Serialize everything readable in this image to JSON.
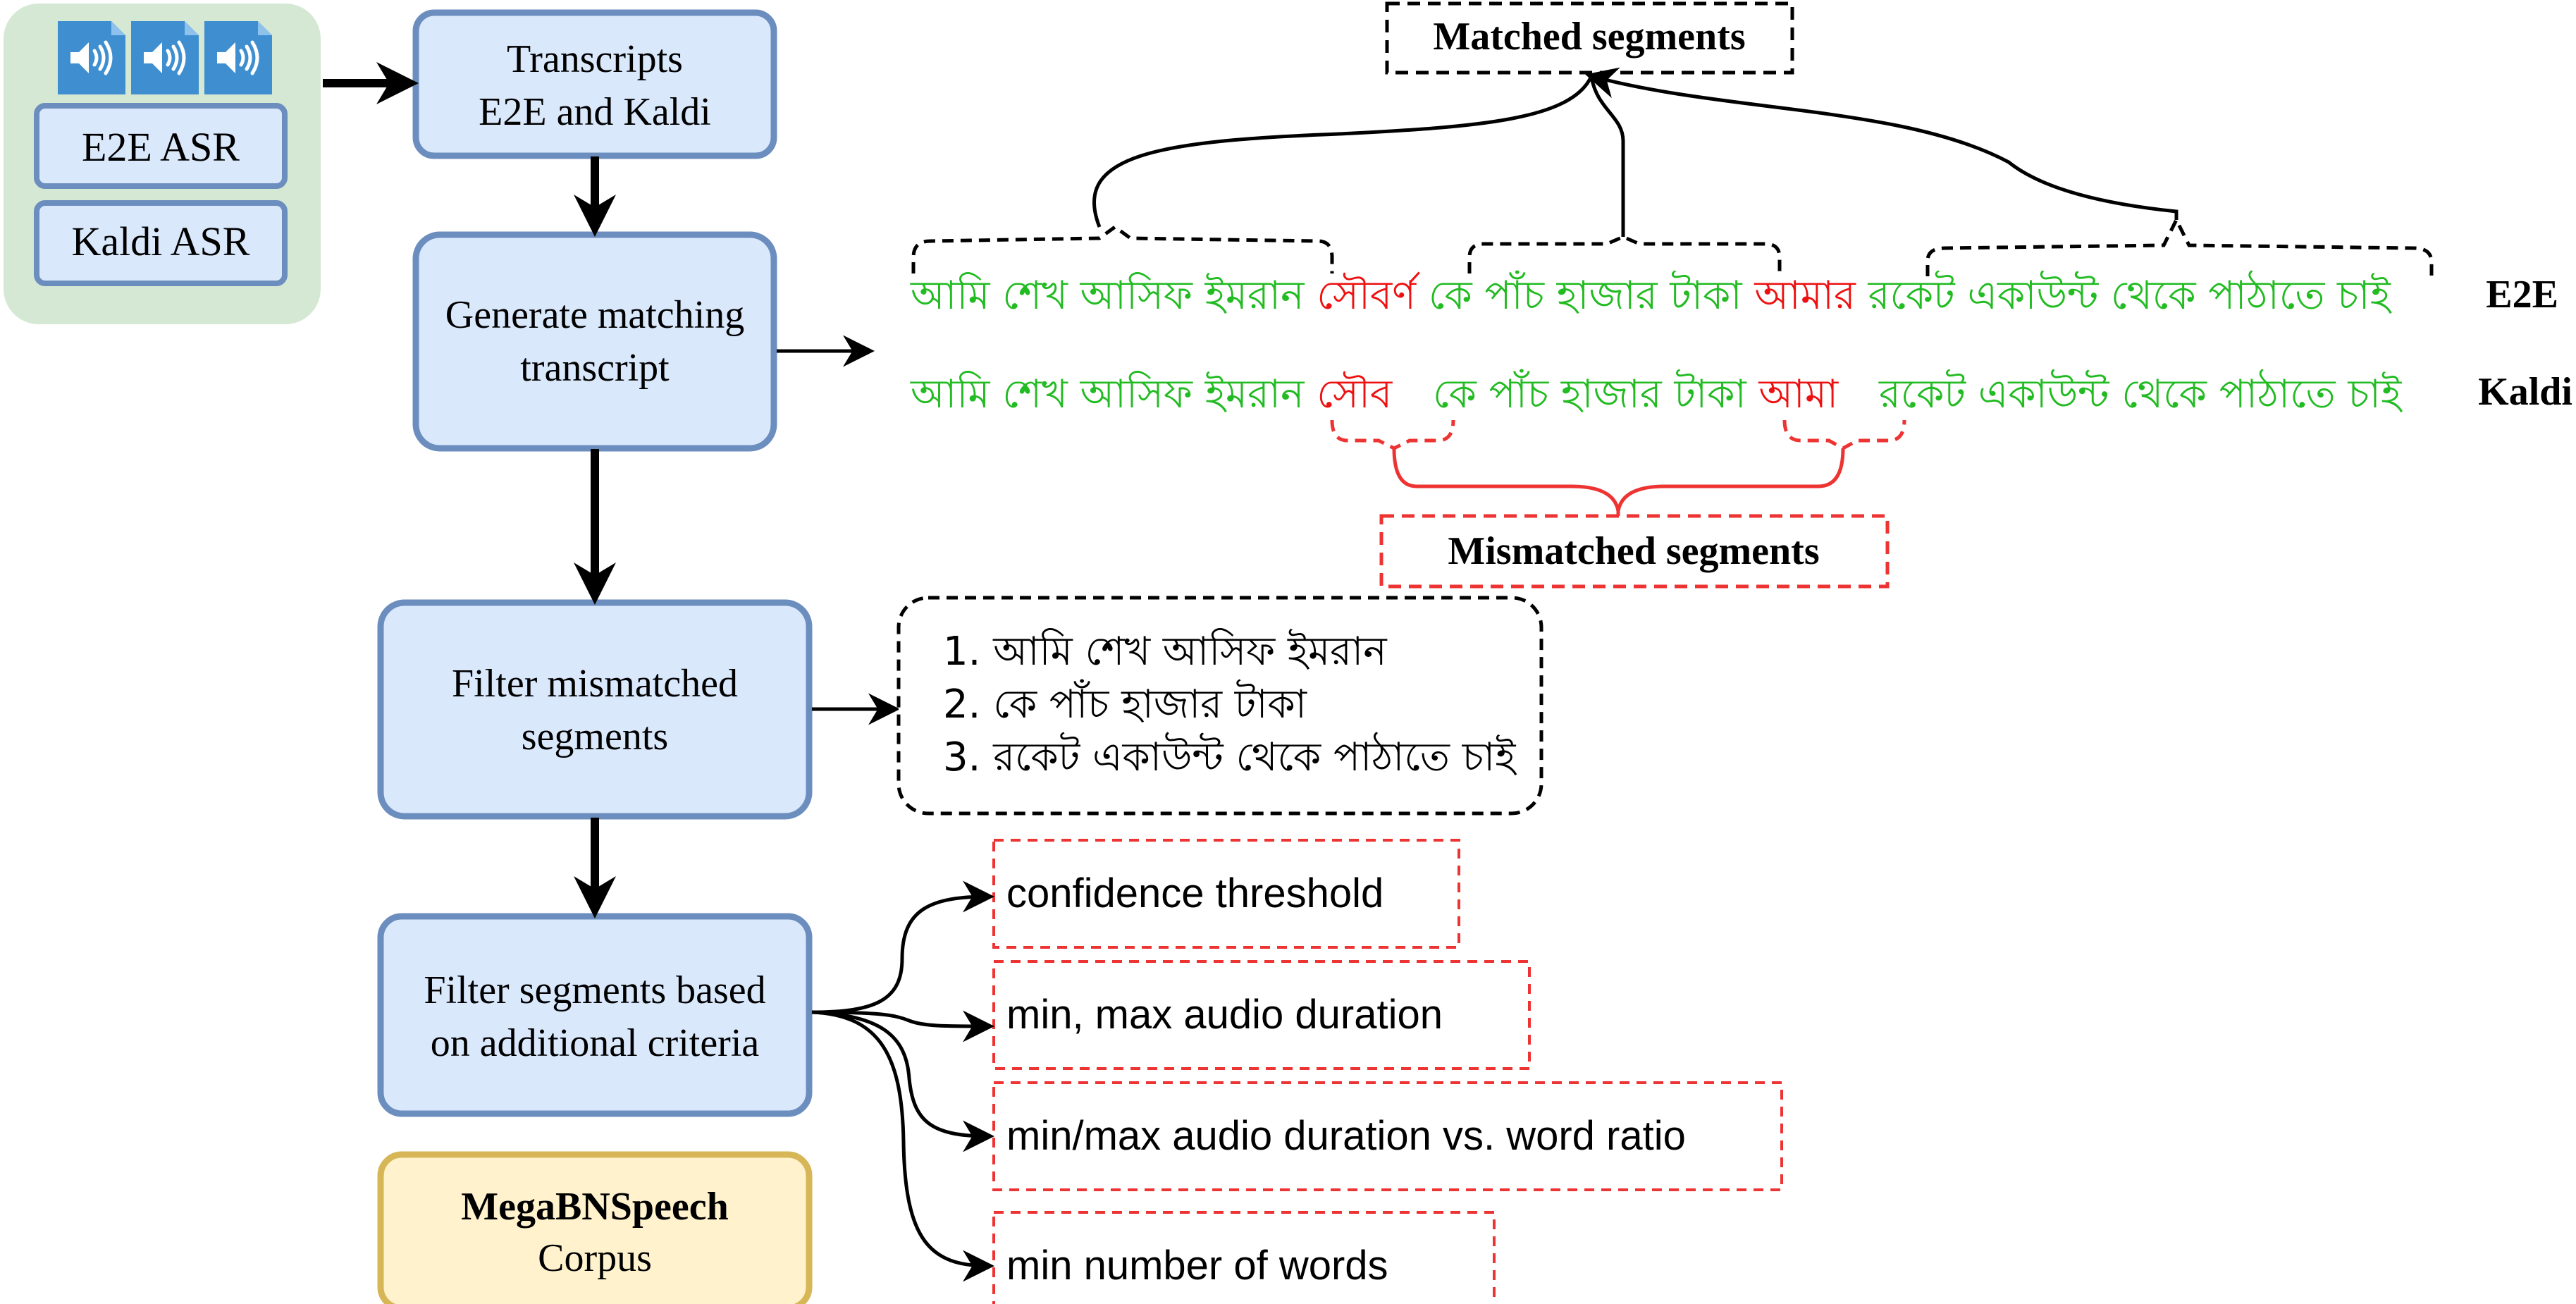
{
  "sources": {
    "e2e_label": "E2E ASR",
    "kaldi_label": "Kaldi ASR"
  },
  "steps": {
    "transcripts": [
      "Transcripts",
      "E2E and Kaldi"
    ],
    "generate": [
      "Generate matching",
      "transcript"
    ],
    "filter_mismatch": [
      "Filter mismatched",
      "segments"
    ],
    "filter_criteria": [
      "Filter segments based",
      "on additional criteria"
    ],
    "corpus": [
      "MegaBNSpeech",
      "Corpus"
    ]
  },
  "labels": {
    "matched": "Matched segments",
    "mismatched": "Mismatched segments",
    "e2e_row": "E2E",
    "kaldi_row": "Kaldi"
  },
  "transcript_e2e": [
    {
      "text": "আমি শেখ আসিফ ইমরান",
      "status": "match"
    },
    {
      "text": "সৌবর্ণ",
      "status": "mismatch"
    },
    {
      "text": "কে পাঁচ হাজার টাকা",
      "status": "match"
    },
    {
      "text": "আমার",
      "status": "mismatch"
    },
    {
      "text": "রকেট একাউন্ট থেকে পাঠাতে চাই",
      "status": "match"
    }
  ],
  "transcript_kaldi": [
    {
      "text": "আমি শেখ আসিফ ইমরান",
      "status": "match"
    },
    {
      "text": "সৌব",
      "status": "mismatch"
    },
    {
      "text": "কে পাঁচ হাজার টাকা",
      "status": "match"
    },
    {
      "text": "আমা",
      "status": "mismatch"
    },
    {
      "text": "রকেট একাউন্ট থেকে পাঠাতে চাই",
      "status": "match"
    }
  ],
  "filtered_list": [
    "1. আমি শেখ আসিফ ইমরান",
    "2. কে পাঁচ হাজার টাকা",
    "3. রকেট একাউন্ট থেকে পাঠাতে চাই"
  ],
  "criteria": [
    "confidence threshold",
    "min, max audio duration",
    "min/max audio duration vs. word ratio",
    "min number of words"
  ],
  "colors": {
    "blue_fill": "#dae8fc",
    "blue_stroke": "#6c8ebf",
    "green_panel": "#d5e8d4",
    "yellow_fill": "#fff2cc",
    "yellow_stroke": "#d6b656",
    "match_text": "#22bb22",
    "mismatch_text": "#ee1111",
    "dashed_red": "#ee3333",
    "audio_icon": "#3f8fd0"
  }
}
